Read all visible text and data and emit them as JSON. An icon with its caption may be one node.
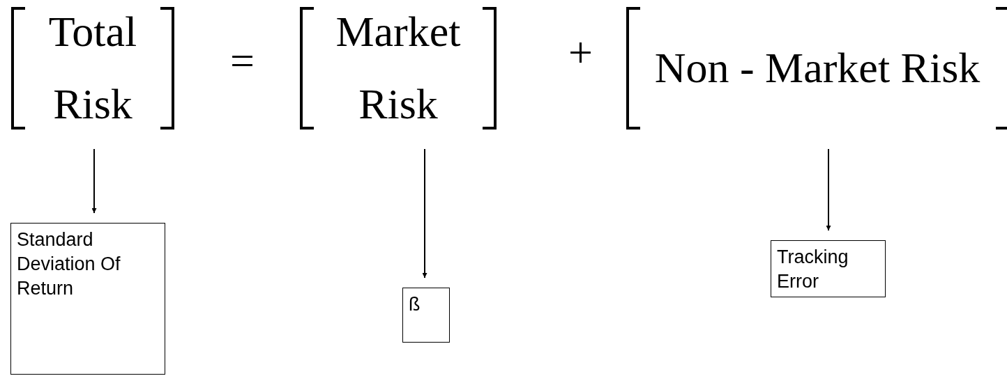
{
  "diagram": {
    "nodes": [
      {
        "text": [
          "Total Risk"
        ]
      },
      {
        "text": [
          "Market Risk"
        ]
      },
      {
        "text": [
          "Non - Market Risk"
        ]
      },
      {
        "text": [
          "Standard Deviation Of Return"
        ]
      },
      {
        "text": [
          "ß"
        ]
      },
      {
        "text": [
          "Tracking Error"
        ]
      }
    ],
    "edges": [
      {
        "from": 0,
        "to": 3,
        "arrow": "to"
      },
      {
        "from": 1,
        "to": 4,
        "arrow": "to"
      },
      {
        "from": 2,
        "to": 5,
        "arrow": "to"
      }
    ],
    "labels": [
      "=",
      "+"
    ]
  }
}
